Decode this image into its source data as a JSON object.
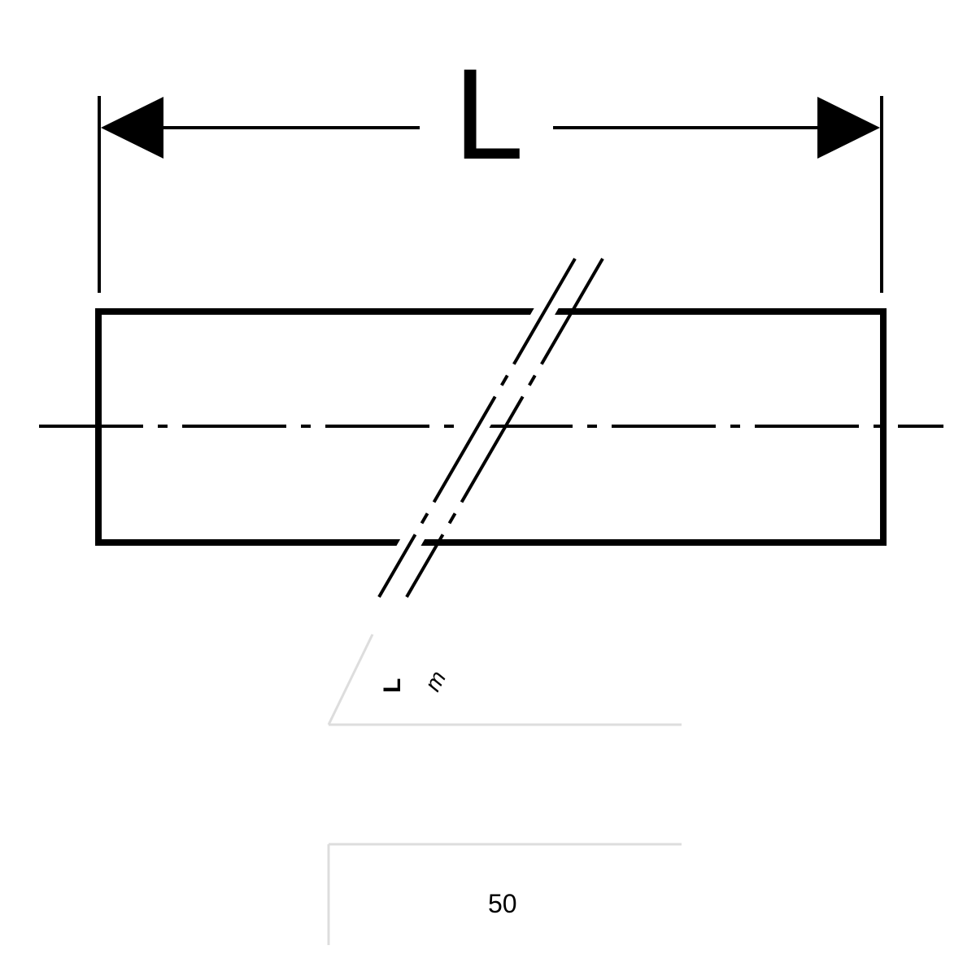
{
  "diagram": {
    "dimension_label": "L",
    "colors": {
      "ink": "#000000",
      "table_border": "#dddddd"
    }
  },
  "table": {
    "header": {
      "symbol": "L",
      "unit": "m"
    },
    "rows": [
      {
        "value": "50"
      }
    ]
  }
}
